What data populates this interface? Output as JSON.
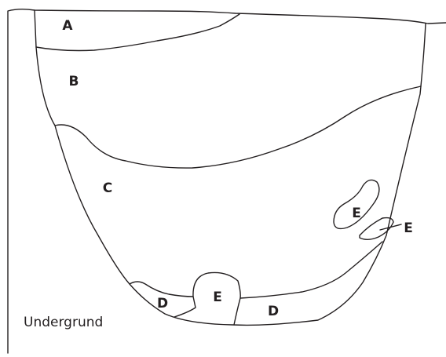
{
  "diagram": {
    "layer_labels": {
      "a": "A",
      "b": "B",
      "c": "C",
      "d_left": "D",
      "d_right": "D",
      "e_center": "E",
      "e_inner": "E",
      "e_outer": "E"
    },
    "subsoil_label": "Undergrund"
  }
}
